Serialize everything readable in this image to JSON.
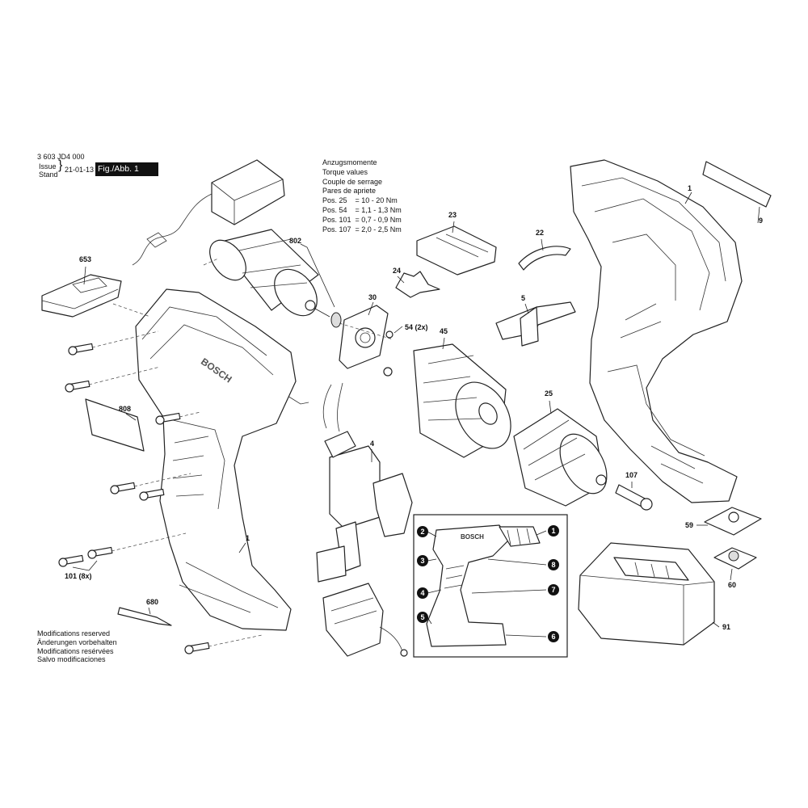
{
  "header": {
    "model": "3 603 JD4 000",
    "issue_label": "Issue",
    "stand_label": "Stand",
    "date": "21-01-13",
    "fig": "Fig./Abb. 1"
  },
  "torque": {
    "lines": [
      "Anzugsmomente",
      "Torque values",
      "Couple de serrage",
      "Pares de apriete",
      "Pos. 25    = 10 - 20 Nm",
      "Pos. 54    = 1,1 - 1,3 Nm",
      "Pos. 101  = 0,7 - 0,9 Nm",
      "Pos. 107  = 2,0 - 2,5 Nm"
    ]
  },
  "modifications": {
    "lines": [
      "Modifications reserved",
      "Änderungen vorbehalten",
      "Modifications resérvées",
      "Salvo modificaciones"
    ]
  },
  "parts": {
    "p1a": "1",
    "p1b": "1",
    "p9": "9",
    "p23": "23",
    "p22": "22",
    "p653": "653",
    "p802": "802",
    "p24": "24",
    "p30": "30",
    "p54": "54 (2x)",
    "p45": "45",
    "p5": "5",
    "p808": "808",
    "p4": "4",
    "p25": "25",
    "p107": "107",
    "p59": "59",
    "p60": "60",
    "p91": "91",
    "p101": "101 (8x)",
    "p680": "680"
  },
  "brand": {
    "housing": "BOSCH",
    "inset": "BOSCH"
  },
  "inset_callouts": [
    "1",
    "2",
    "3",
    "4",
    "5",
    "6",
    "7",
    "8"
  ]
}
